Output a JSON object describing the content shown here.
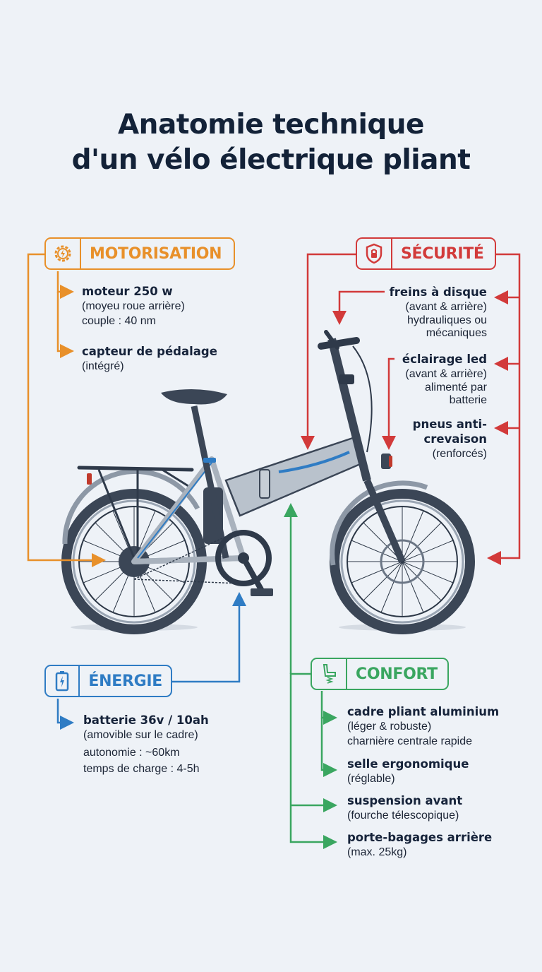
{
  "title": {
    "line1": "Anatomie technique",
    "line2": "d'un vélo électrique pliant"
  },
  "colors": {
    "motorisation": "#e8902a",
    "securite": "#d23a3a",
    "energie": "#2f7cc4",
    "confort": "#3aa660",
    "background": "#eef2f7",
    "text": "#16233a"
  },
  "sections": {
    "motorisation": {
      "label": "MOTORISATION",
      "icon": "gear-lightning-icon",
      "items": [
        {
          "title": "moteur 250 w",
          "lines": [
            "(moyeu roue arrière)",
            "couple : 40 nm"
          ]
        },
        {
          "title": "capteur de pédalage",
          "lines": [
            "(intégré)"
          ]
        }
      ]
    },
    "securite": {
      "label": "SÉCURITÉ",
      "icon": "shield-lock-icon",
      "items": [
        {
          "title": "freins à disque",
          "lines": [
            "(avant & arrière)",
            "hydrauliques ou",
            "mécaniques"
          ]
        },
        {
          "title": "éclairage led",
          "lines": [
            "(avant & arrière)",
            "alimenté par",
            "batterie"
          ]
        },
        {
          "title": "pneus anti-",
          "title2": "crevaison",
          "lines": [
            "(renforcés)"
          ]
        }
      ]
    },
    "energie": {
      "label": "ÉNERGIE",
      "icon": "battery-icon",
      "items": [
        {
          "title": "batterie 36v / 10ah",
          "lines": [
            "(amovible sur le cadre)",
            "autonomie : ~60km",
            "temps de charge : 4-5h"
          ]
        }
      ]
    },
    "confort": {
      "label": "CONFORT",
      "icon": "seat-spring-icon",
      "items": [
        {
          "title": "cadre pliant aluminium",
          "lines": [
            "(léger & robuste)",
            "charnière centrale rapide"
          ]
        },
        {
          "title": "selle ergonomique",
          "lines": [
            "(réglable)"
          ]
        },
        {
          "title": "suspension avant",
          "lines": [
            "(fourche télescopique)"
          ]
        },
        {
          "title": "porte-bagages arrière",
          "lines": [
            "(max. 25kg)"
          ]
        }
      ]
    }
  }
}
